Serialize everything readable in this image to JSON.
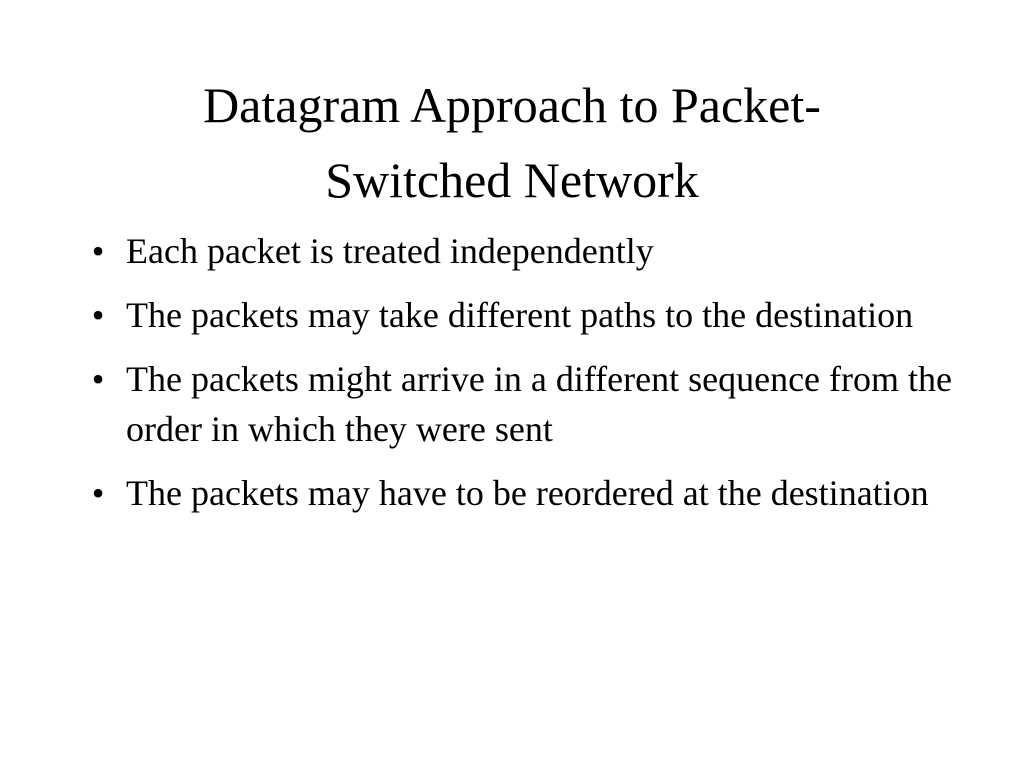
{
  "slide": {
    "title_line1": "Datagram Approach to Packet-",
    "title_line2": "Switched Network",
    "bullet_glyph": "•",
    "bullets": [
      "Each packet is treated independently",
      "The packets may take different paths to the destination",
      "The packets might arrive in a different sequence from the order in which they were sent",
      "The packets may have to be reordered at the destination"
    ]
  }
}
